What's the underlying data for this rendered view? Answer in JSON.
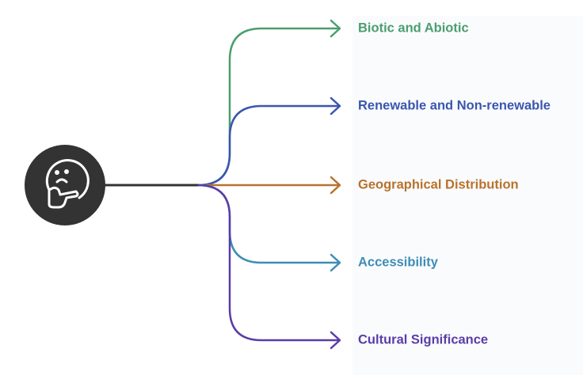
{
  "center": {
    "icon": "thinking-face-icon"
  },
  "branches": [
    {
      "label": "Biotic and Abiotic",
      "color": "#4a9e6f"
    },
    {
      "label": "Renewable and Non-renewable",
      "color": "#3a56ad"
    },
    {
      "label": "Geographical Distribution",
      "color": "#b8722c"
    },
    {
      "label": "Accessibility",
      "color": "#3d8db5"
    },
    {
      "label": "Cultural Significance",
      "color": "#5a3ca8"
    }
  ]
}
